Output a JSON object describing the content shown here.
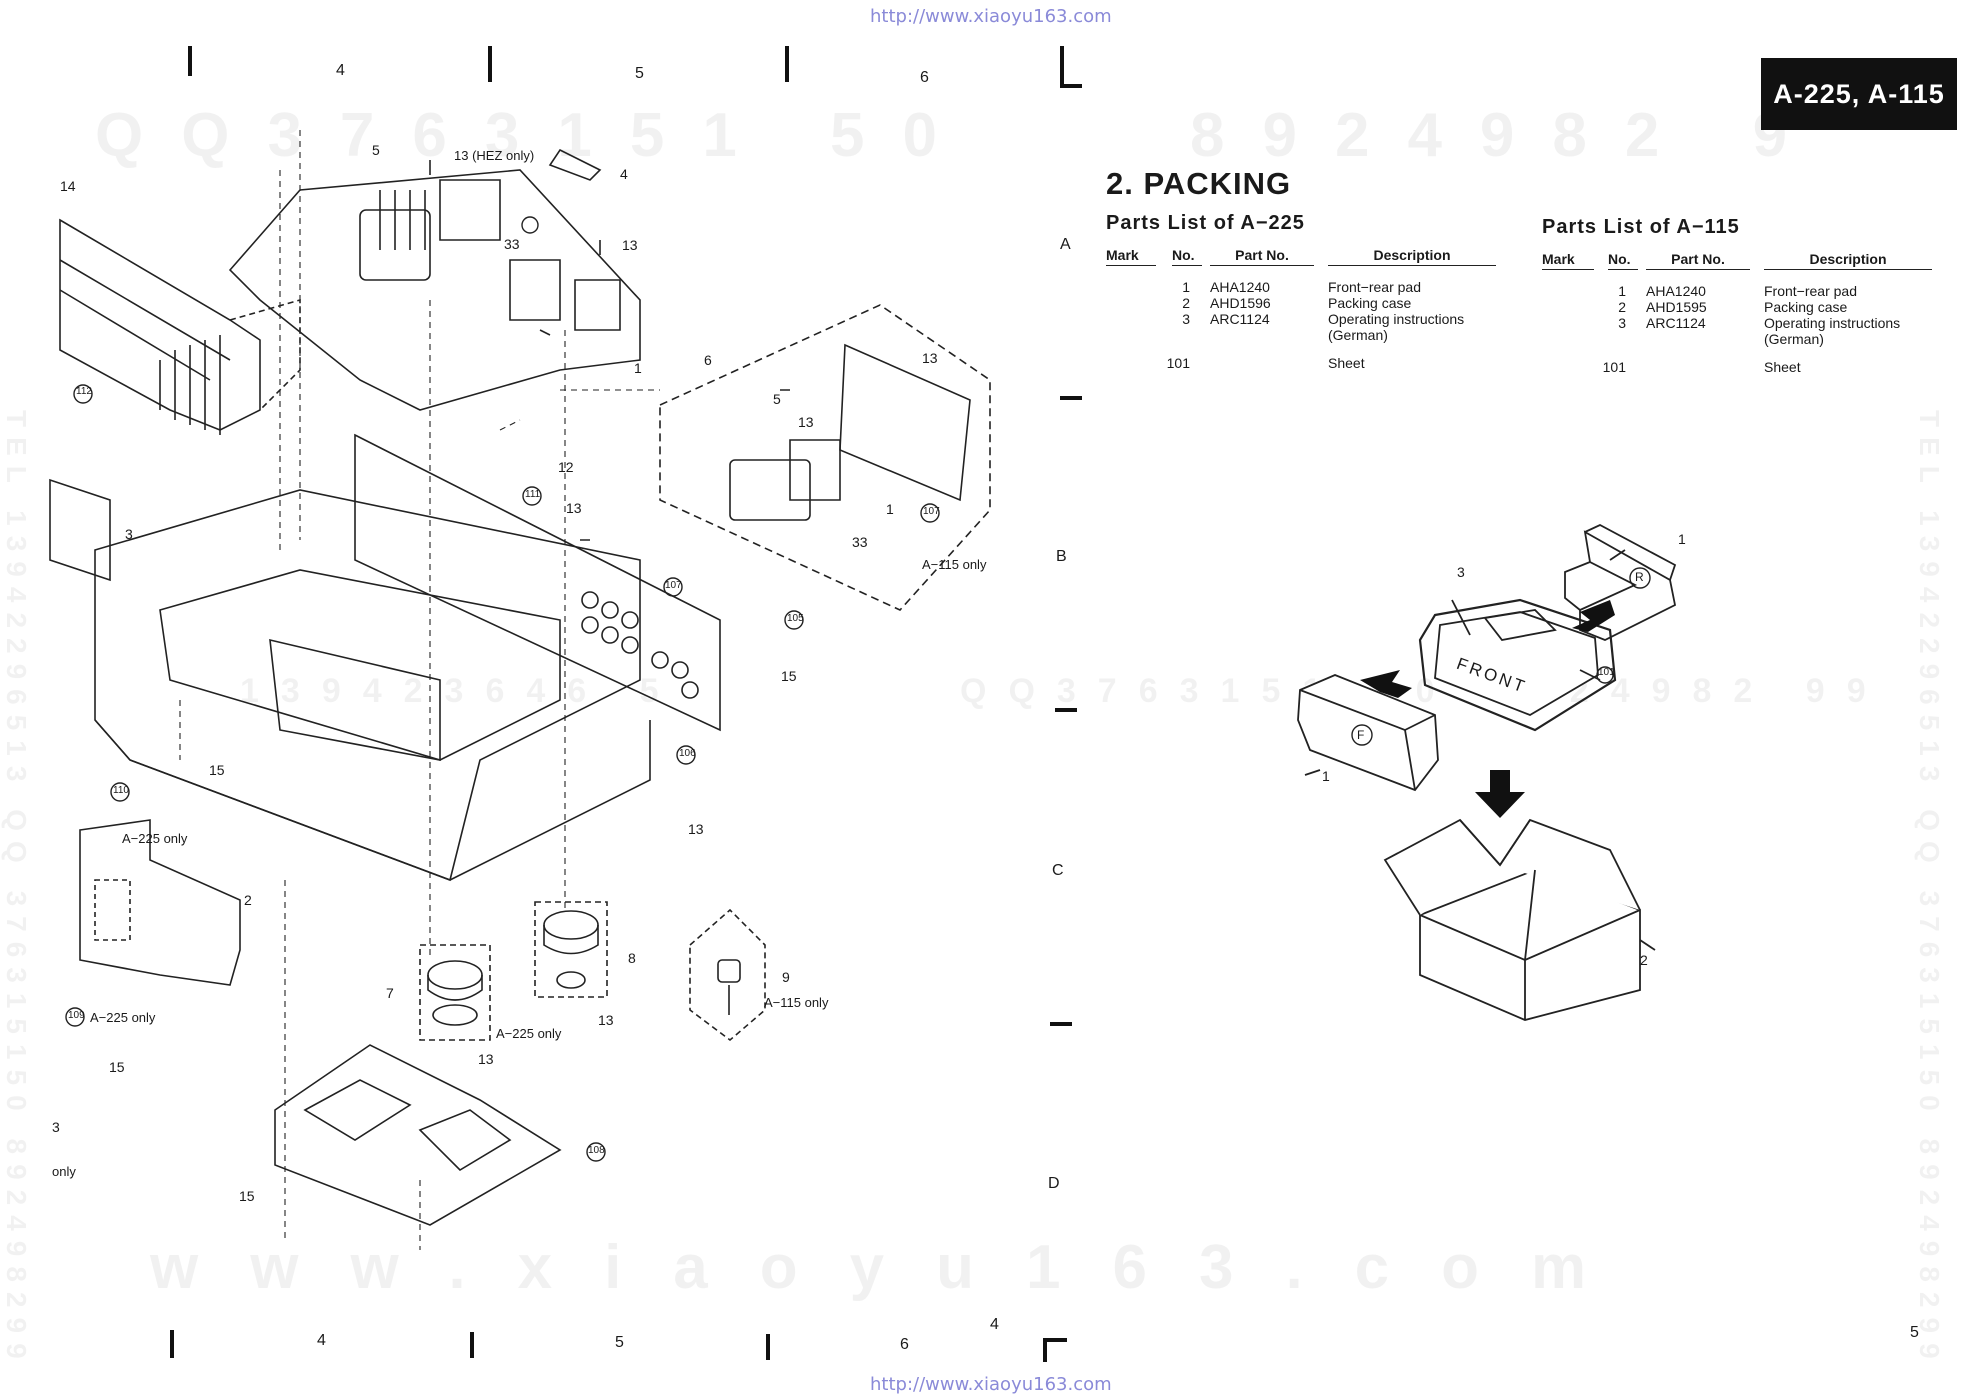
{
  "source_urls": {
    "top": "http://www.xiaoyu163.com",
    "bottom": "http://www.xiaoyu163.com"
  },
  "watermarks": {
    "top_left": "QQ3763151 50",
    "top_right": "8924982 9",
    "middle_left": "139423646 5",
    "middle_right": "QQ3763151 50 8924982 99",
    "bottom": "www.xiaoyu163.com",
    "vertical_left": "TEL 13942296513 QQ 376315150 892498299",
    "vertical_right": "TEL 13942296513 QQ 376315150 892498299"
  },
  "grid": {
    "top_cols": [
      "4",
      "5",
      "6"
    ],
    "bottom_cols": [
      "4",
      "5",
      "6"
    ],
    "rows": [
      "A",
      "B",
      "C",
      "D"
    ],
    "page_left": "4",
    "page_right": "5"
  },
  "model_badge": "A-225, A-115",
  "section": {
    "title": "2. PACKING"
  },
  "parts_lists": [
    {
      "title": "Parts List of A−225",
      "headers": [
        "Mark",
        "No.",
        "Part No.",
        "Description"
      ],
      "rows": [
        {
          "mark": "",
          "no": "1",
          "part": "AHA1240",
          "desc": "Front−rear pad"
        },
        {
          "mark": "",
          "no": "2",
          "part": "AHD1596",
          "desc": "Packing case"
        },
        {
          "mark": "",
          "no": "3",
          "part": "ARC1124",
          "desc": "Operating instructions\n(German)"
        },
        {
          "mark": "",
          "no": "101",
          "part": "",
          "desc": "Sheet"
        }
      ]
    },
    {
      "title": "Parts List of A−115",
      "headers": [
        "Mark",
        "No.",
        "Part No.",
        "Description"
      ],
      "rows": [
        {
          "mark": "",
          "no": "1",
          "part": "AHA1240",
          "desc": "Front−rear pad"
        },
        {
          "mark": "",
          "no": "2",
          "part": "AHD1595",
          "desc": "Packing case"
        },
        {
          "mark": "",
          "no": "3",
          "part": "ARC1124",
          "desc": "Operating instructions\n(German)"
        },
        {
          "mark": "",
          "no": "101",
          "part": "",
          "desc": "Sheet"
        }
      ]
    }
  ],
  "exploded_labels": {
    "l5": "5",
    "l13hez": "13 (HEZ only)",
    "l4": "4",
    "l33a": "33",
    "l13a": "13",
    "l14": "14",
    "l112": "112",
    "l1a": "1",
    "l6": "6",
    "l5b": "5",
    "l13b": "13",
    "l12": "12",
    "l111": "111",
    "l13c": "13",
    "l1b": "1",
    "l107a": "107",
    "l33b": "33",
    "l3": "3",
    "l107b": "107",
    "a115only_a": "A−115 only",
    "l105": "105",
    "l15a": "15",
    "l110": "110",
    "l15b": "15",
    "l106": "106",
    "l13d": "13",
    "a225only_a": "A−225 only",
    "l2": "2",
    "l8": "8",
    "l7": "7",
    "l9": "9",
    "a115only_b": "A−115 only",
    "l109": "109",
    "a225only_b": "A−225 only",
    "l13e": "13",
    "a225only_c": "A−225 only",
    "l13f": "13",
    "l15c": "15",
    "l3b": "3",
    "only": "only",
    "l108": "108",
    "l15d": "15"
  },
  "packing_labels": {
    "p3": "3",
    "p1a": "1",
    "r": "R",
    "p101": "101",
    "front": "FRONT",
    "f": "F",
    "p1b": "1",
    "p2": "2"
  }
}
